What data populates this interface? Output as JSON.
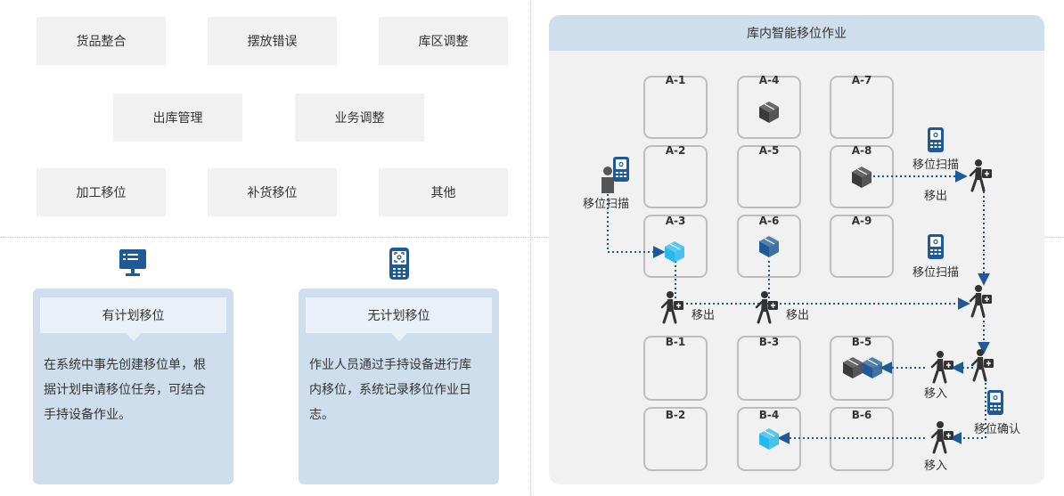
{
  "move_types": [
    "货品整合",
    "摆放错误",
    "库区调整",
    "出库管理",
    "业务调整",
    "加工移位",
    "补货移位",
    "其他"
  ],
  "planned": {
    "title": "有计划移位",
    "desc_lines": [
      "在系统中事先创建移位单，根",
      "据计划申请移位任务，可结合",
      "手持设备作业。"
    ]
  },
  "unplanned": {
    "title": "无计划移位",
    "desc_lines": [
      "作业人员通过手持设备进行库",
      "内移位，系统记录移位作业日",
      "志。"
    ]
  },
  "warehouse": {
    "title": "库内智能移位作业",
    "bins_a": [
      "A-1",
      "A-4",
      "A-7",
      "A-2",
      "A-5",
      "A-8",
      "A-3",
      "A-6",
      "A-9"
    ],
    "bins_b": [
      "B-1",
      "B-3",
      "B-5",
      "B-2",
      "B-4",
      "B-6"
    ],
    "labels": {
      "scan": "移位扫描",
      "move_out": "移出",
      "move_in": "移入",
      "confirm": "移位确认"
    }
  },
  "colors": {
    "navy": "#1f5a96",
    "light_blue_box": "#29b8ee",
    "dark_box": "#3a3a3a",
    "panel_bg": "#cfdeed",
    "panel_head": "#e8f0f8",
    "type_box": "#f1f1f1"
  },
  "icons": [
    "monitor-icon",
    "handheld-scanner-icon",
    "box-icon",
    "worker-icon",
    "carrying-worker-icon"
  ]
}
